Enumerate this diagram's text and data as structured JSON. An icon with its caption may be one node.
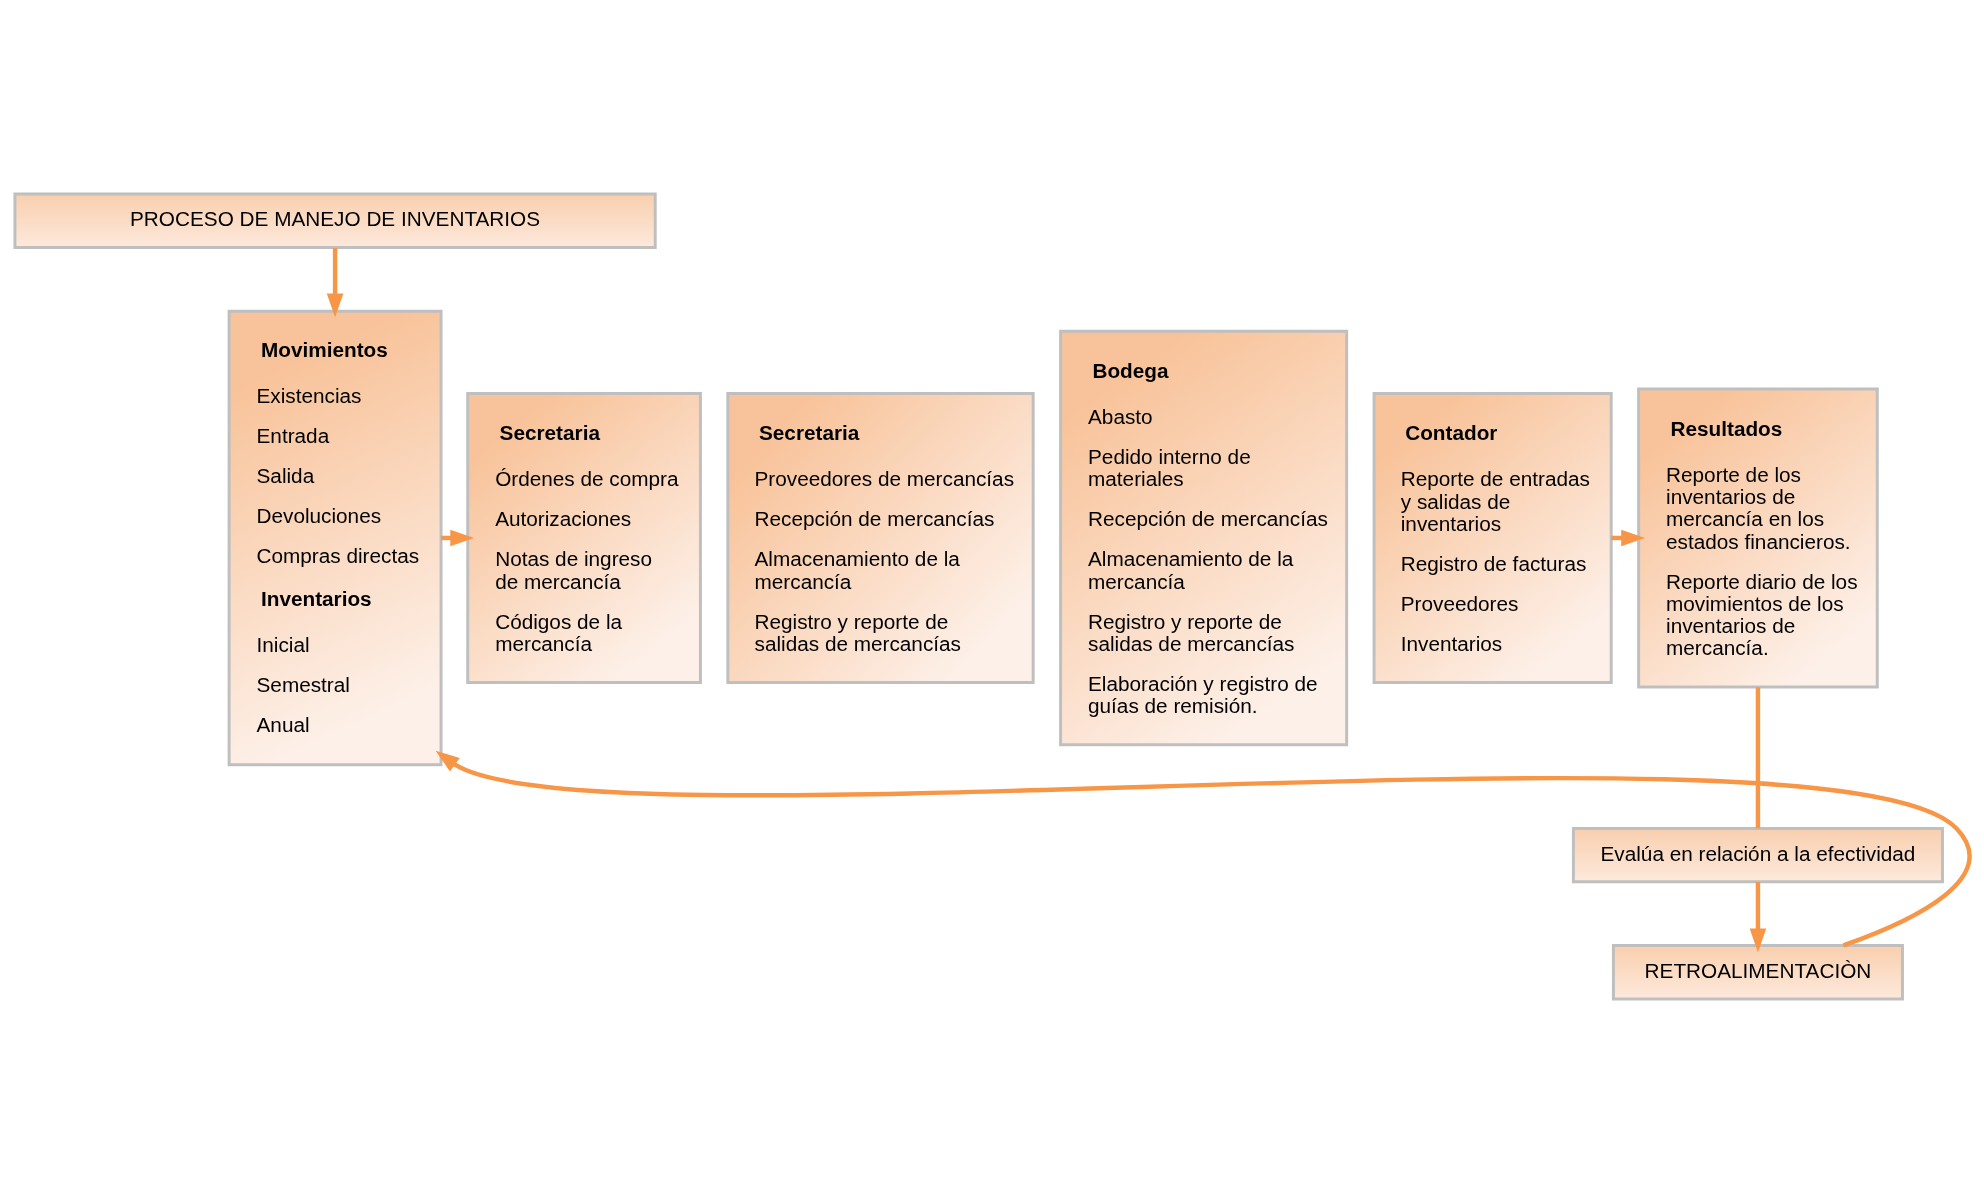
{
  "diagram": {
    "nodes": [
      {
        "text": [
          "PROCESO DE MANEJO DE INVENTARIOS"
        ]
      },
      {
        "text": [
          "Movimientos",
          "Existencias",
          "Entrada",
          "Salida",
          "Devoluciones",
          "Compras directas",
          "Inventarios",
          "Inicial",
          "Semestral",
          "Anual"
        ]
      },
      {
        "text": [
          "Secretaria",
          "Órdenes de compra",
          "Autorizaciones",
          "Notas de ingreso de mercancía",
          "Códigos de la mercancía"
        ]
      },
      {
        "text": [
          "Secretaria",
          "Proveedores de mercancías",
          "Recepción de mercancías",
          "Almacenamiento de la mercancía",
          "Registro y reporte de salidas de mercancías"
        ]
      },
      {
        "text": [
          "Bodega",
          "Abasto",
          "Pedido interno de materiales",
          "Recepción de mercancías",
          "Almacenamiento de la mercancía",
          "Registro y reporte de salidas de mercancías",
          "Elaboración y registro de guías de remisión."
        ]
      },
      {
        "text": [
          "Contador",
          "Reporte de entradas y salidas de inventarios",
          "Registro de facturas",
          "Proveedores",
          "Inventarios"
        ]
      },
      {
        "text": [
          "Resultados",
          "Reporte de los inventarios de mercancía en los estados financieros.",
          "Reporte diario de los movimientos de los inventarios de mercancía."
        ]
      },
      {
        "text": [
          "Evalúa en relación a la efectividad"
        ]
      },
      {
        "text": [
          "RETROALIMENTACIÒN"
        ]
      }
    ],
    "edges": [
      {
        "from": 0,
        "to": 1,
        "arrow": "to"
      },
      {
        "from": 1,
        "to": 2,
        "arrow": "to"
      },
      {
        "from": 5,
        "to": 6,
        "arrow": "to"
      },
      {
        "from": 6,
        "to": 7,
        "arrow": "none"
      },
      {
        "from": 7,
        "to": 8,
        "arrow": "to"
      },
      {
        "from": 8,
        "to": 1,
        "arrow": "to"
      }
    ]
  }
}
